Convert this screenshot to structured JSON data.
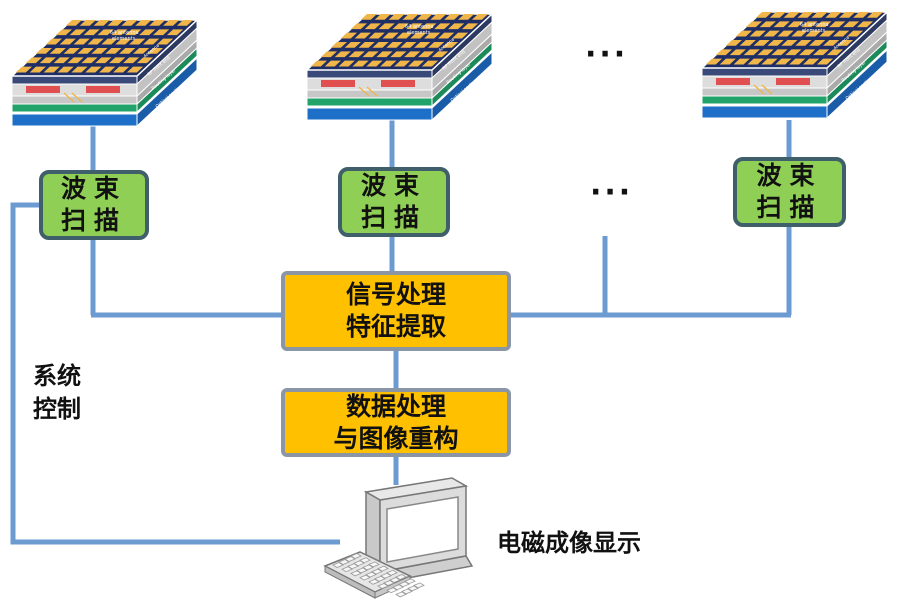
{
  "antenna_modules": [
    {
      "tile_text": "64 antenna",
      "tile_text2": "elements",
      "layers": [
        "Antenna",
        "RF front end",
        "Routing layer",
        "Optical section"
      ]
    },
    {
      "tile_text": "64 antenna",
      "tile_text2": "elements",
      "layers": [
        "Antenna",
        "RF front end",
        "Routing layer",
        "Optical section"
      ]
    },
    {
      "tile_text": "64 antenna",
      "tile_text2": "elements",
      "layers": [
        "Antenna",
        "RF front end",
        "Routing layer",
        "Optical section"
      ]
    }
  ],
  "beam_scan": [
    {
      "line1": "波束",
      "line2": "扫描"
    },
    {
      "line1": "波束",
      "line2": "扫描"
    },
    {
      "line1": "波束",
      "line2": "扫描"
    }
  ],
  "ellipsis": "···",
  "signal_processing": {
    "line1": "信号处理",
    "line2": "特征提取"
  },
  "data_processing": {
    "line1": "数据处理",
    "line2": "与图像重构"
  },
  "system_control": {
    "line1": "系统",
    "line2": "控制"
  },
  "display_label": "电磁成像显示",
  "colors": {
    "line": "#6b9bd1",
    "green": "#8fcf55",
    "orange": "#ffc000",
    "tile_top": "#1f2f66",
    "tile_cell": "#f0b64a",
    "rf_red": "#e05050",
    "routing_green": "#22a36a",
    "optical_blue": "#1e6fc8"
  },
  "icons": [
    "antenna-array-module-icon",
    "computer-monitor-icon",
    "keyboard-icon"
  ]
}
